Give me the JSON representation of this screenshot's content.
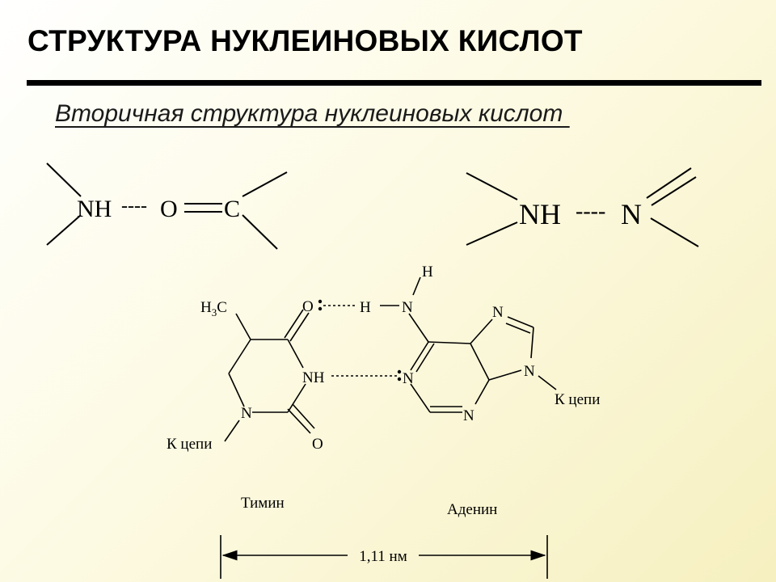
{
  "slide": {
    "title": "СТРУКТУРА НУКЛЕИНОВЫХ КИСЛОТ",
    "subtitle": "Вторичная структура нуклеиновых кислот "
  },
  "bond1": {
    "nh": "NH",
    "hbond": "----",
    "o": "O",
    "c": "C"
  },
  "bond2": {
    "nh": "NH",
    "hbond": "----",
    "n": "N"
  },
  "pair": {
    "thymine": {
      "h3c_h": "H",
      "h3c_sub": "3",
      "h3c_c": "C",
      "o_top": "O",
      "nh": "NH",
      "n_ring": "N",
      "o_bottom": "O",
      "chain_label": "К цепи",
      "name": "Тимин"
    },
    "adenine": {
      "h_top": "H",
      "h_amino": "H",
      "n_amino": "N",
      "n_pair": "N",
      "n7": "N",
      "n9": "N",
      "n_bottom": "N",
      "chain_label": "К цепи",
      "name": "Аденин"
    },
    "distance": "1,11 нм"
  }
}
